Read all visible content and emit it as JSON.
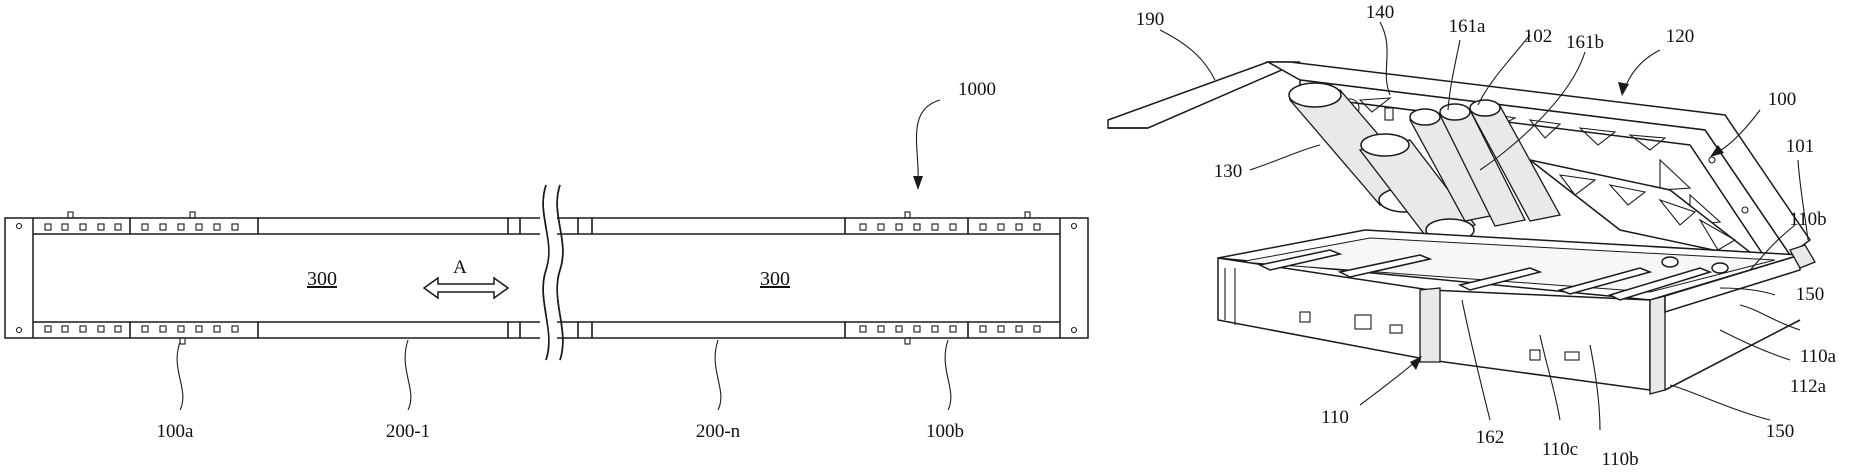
{
  "left_figure": {
    "labels": {
      "ref_1000": "1000",
      "ref_100a": "100a",
      "ref_200_1": "200-1",
      "ref_200_n": "200-n",
      "ref_100b": "100b",
      "track_300_left": "300",
      "track_300_right": "300",
      "direction_A": "A"
    }
  },
  "right_figure": {
    "labels": {
      "ref_190": "190",
      "ref_140": "140",
      "ref_161a": "161a",
      "ref_102": "102",
      "ref_161b": "161b",
      "ref_120": "120",
      "ref_100": "100",
      "ref_101": "101",
      "ref_110b_top": "110b",
      "ref_130": "130",
      "ref_150_top": "150",
      "ref_110a": "110a",
      "ref_112a": "112a",
      "ref_150_bottom": "150",
      "ref_110": "110",
      "ref_162": "162",
      "ref_110c": "110c",
      "ref_110b_bottom": "110b"
    }
  }
}
